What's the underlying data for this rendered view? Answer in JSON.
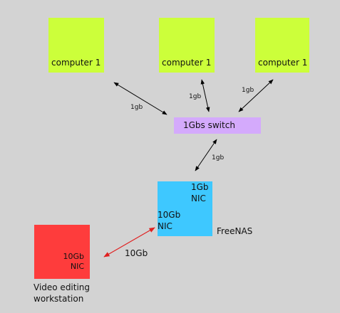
{
  "computers": [
    {
      "label": "computer 1"
    },
    {
      "label": "computer 1"
    },
    {
      "label": "computer 1"
    }
  ],
  "switch": {
    "label": "1Gbs switch"
  },
  "nas": {
    "nic1": [
      "1Gb",
      "NIC"
    ],
    "nic2": [
      "10Gb",
      "NIC"
    ],
    "name": "FreeNAS"
  },
  "workstation": {
    "nic": [
      "10Gb",
      "NIC"
    ],
    "caption": [
      "Video editing",
      "workstation"
    ]
  },
  "links": {
    "c1_switch": "1gb",
    "c2_switch": "1gb",
    "c3_switch": "1gb",
    "switch_nas": "1gb",
    "ws_nas": "10Gb"
  },
  "colors": {
    "computer": "#ccff3a",
    "switch": "#d4aafc",
    "nas": "#3ec8ff",
    "workstation": "#fe3c3c",
    "link_1gb": "#000000",
    "link_10gb": "#e02020"
  }
}
